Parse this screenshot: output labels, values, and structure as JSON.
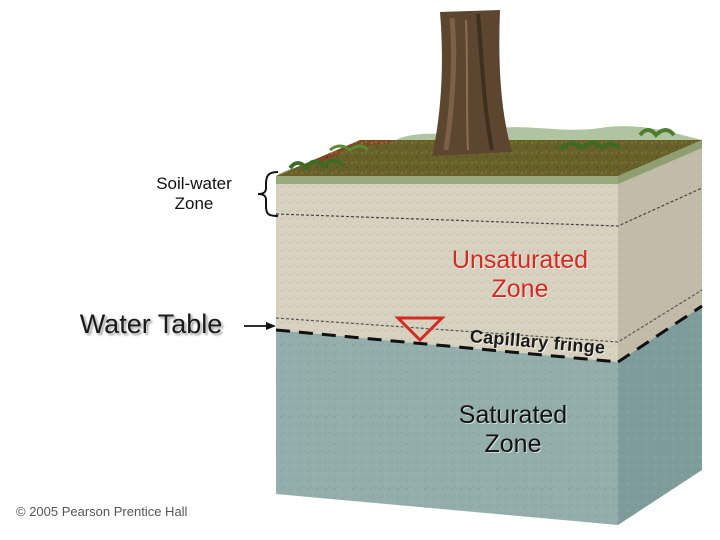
{
  "labels": {
    "soil_water_zone": "Soil-water\nZone",
    "water_table": "Water Table",
    "unsaturated_zone": "Unsaturated\nZone",
    "capillary_fringe": "Capillary fringe",
    "saturated_zone": "Saturated\nZone",
    "copyright": "© 2005 Pearson Prentice Hall"
  },
  "colors": {
    "unsaturated_label": "#d32a22",
    "water_table_symbol": "#d32a22",
    "unsaturated_soil": "#d8d2c0",
    "saturated_soil": "#93aeab",
    "topsoil": "#7a4a26",
    "grass": "#4f7d2e",
    "tree_trunk": "#5c4630"
  },
  "icons": {
    "water_table_marker": "inverted-triangle-icon",
    "zone_bracket": "curly-brace-icon"
  }
}
